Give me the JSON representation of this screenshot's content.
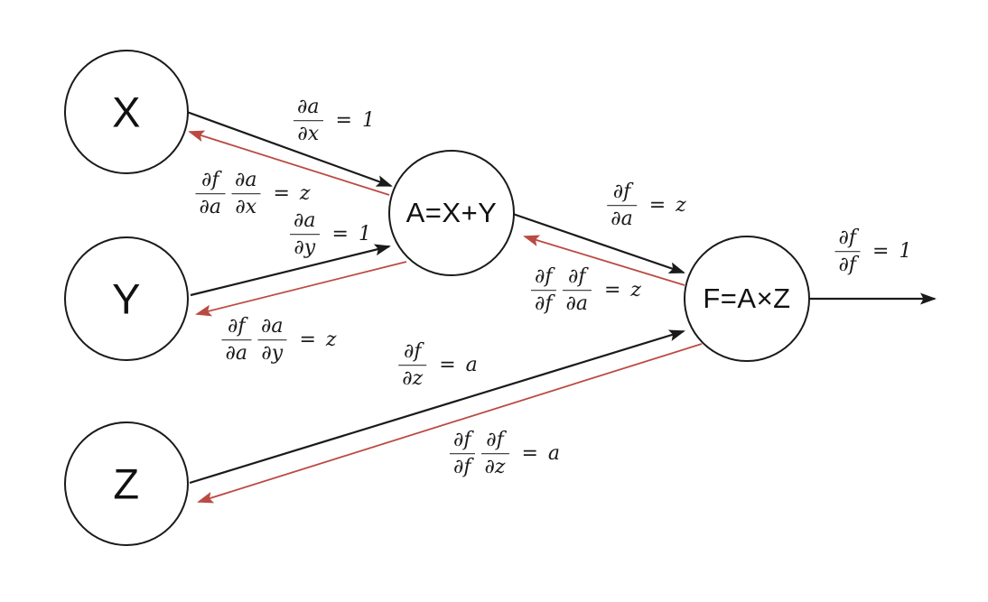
{
  "nodes": {
    "x": {
      "label": "X"
    },
    "y": {
      "label": "Y"
    },
    "z": {
      "label": "Z"
    },
    "a": {
      "label": "A=X+Y"
    },
    "f": {
      "label": "F=A×Z"
    }
  },
  "labels": {
    "dadx": {
      "fracs": [
        {
          "num": "∂a",
          "den": "∂x"
        }
      ],
      "rhs": "= 1"
    },
    "dfda_dadx": {
      "fracs": [
        {
          "num": "∂f",
          "den": "∂a"
        },
        {
          "num": "∂a",
          "den": "∂x"
        }
      ],
      "rhs": "= z"
    },
    "dady": {
      "fracs": [
        {
          "num": "∂a",
          "den": "∂y"
        }
      ],
      "rhs": "= 1"
    },
    "dfda_dady": {
      "fracs": [
        {
          "num": "∂f",
          "den": "∂a"
        },
        {
          "num": "∂a",
          "den": "∂y"
        }
      ],
      "rhs": "= z"
    },
    "dfda": {
      "fracs": [
        {
          "num": "∂f",
          "den": "∂a"
        }
      ],
      "rhs": "= z"
    },
    "dfdf_dfda": {
      "fracs": [
        {
          "num": "∂f",
          "den": "∂f"
        },
        {
          "num": "∂f",
          "den": "∂a"
        }
      ],
      "rhs": "= z"
    },
    "dfdz": {
      "fracs": [
        {
          "num": "∂f",
          "den": "∂z"
        }
      ],
      "rhs": "= a"
    },
    "dfdf_dfdz": {
      "fracs": [
        {
          "num": "∂f",
          "den": "∂f"
        },
        {
          "num": "∂f",
          "den": "∂z"
        }
      ],
      "rhs": "= a"
    },
    "dfdf_out": {
      "fracs": [
        {
          "num": "∂f",
          "den": "∂f"
        }
      ],
      "rhs": "= 1"
    }
  },
  "edges": {
    "forward": [
      {
        "from": "X",
        "to": "A"
      },
      {
        "from": "Y",
        "to": "A"
      },
      {
        "from": "A",
        "to": "F"
      },
      {
        "from": "Z",
        "to": "F"
      },
      {
        "from": "F",
        "to": "output"
      }
    ],
    "backward": [
      {
        "from": "A",
        "to": "X"
      },
      {
        "from": "A",
        "to": "Y"
      },
      {
        "from": "F",
        "to": "A"
      },
      {
        "from": "F",
        "to": "Z"
      }
    ]
  },
  "colors": {
    "forward_edge": "#1a1a1a",
    "backward_edge": "#bb4a42",
    "node_stroke": "#1a1a1a",
    "node_fill": "#ffffff",
    "background": "#ffffff",
    "text": "#1a1a1a"
  }
}
